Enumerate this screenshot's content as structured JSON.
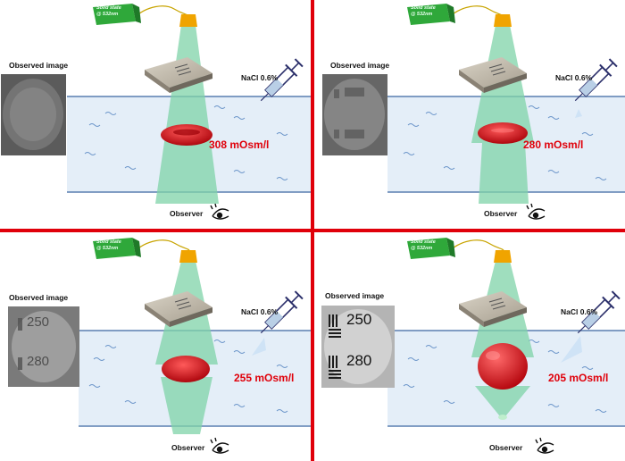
{
  "panels": [
    {
      "id": "top-left",
      "observed_title": "Observed image",
      "nacl_label": "NaCl 0.6%",
      "osmolarity": "308 mOsm/l",
      "observer_label": "Observer",
      "laser_label_line1": "Solid state",
      "laser_label_line2": "@ 532nm",
      "target_labels": [],
      "cell_shape": "biconcave",
      "syringe_spray": false
    },
    {
      "id": "top-right",
      "observed_title": "Observed image",
      "nacl_label": "NaCl 0.6%",
      "osmolarity": "280 mOsm/l",
      "observer_label": "Observer",
      "laser_label_line1": "Solid state",
      "laser_label_line2": "@ 532nm",
      "target_labels": [],
      "cell_shape": "swollen-disc",
      "syringe_spray": true
    },
    {
      "id": "bottom-left",
      "observed_title": "Observed image",
      "nacl_label": "NaCl 0.6%",
      "osmolarity": "255 mOsm/l",
      "observer_label": "Observer",
      "laser_label_line1": "Solid state",
      "laser_label_line2": "@ 532nm",
      "target_labels": [
        "250",
        "280"
      ],
      "cell_shape": "oblate",
      "syringe_spray": true
    },
    {
      "id": "bottom-right",
      "observed_title": "Observed image",
      "nacl_label": "NaCl 0.6%",
      "osmolarity": "205 mOsm/l",
      "observer_label": "Observer",
      "laser_label_line1": "Solid state",
      "laser_label_line2": "@ 532nm",
      "target_labels": [
        "250",
        "280"
      ],
      "cell_shape": "sphere",
      "syringe_spray": true
    }
  ],
  "colors": {
    "divider": "#e0000a",
    "water": "#e4eef8",
    "water_line": "#5a7fb0",
    "beam": "#7fd3a8",
    "cell": "#e0000a",
    "laser_body": "#2fa83a",
    "laser_tip": "#f0a400",
    "osmolarity_text": "#e0000a"
  }
}
